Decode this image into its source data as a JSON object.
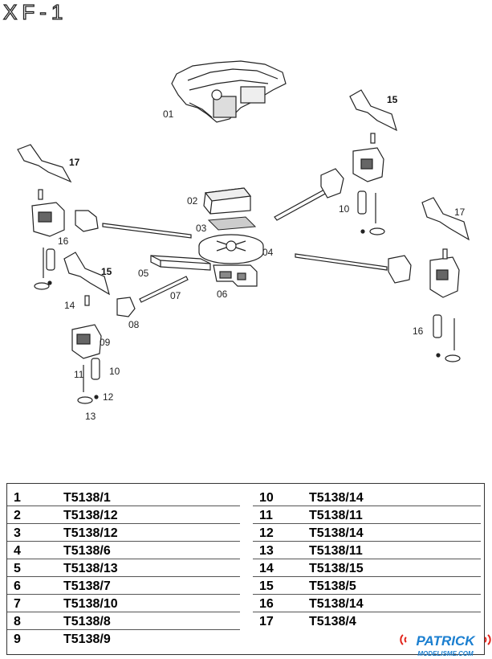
{
  "title": "XF-1",
  "callouts": [
    "01",
    "02",
    "03",
    "04",
    "05",
    "06",
    "07",
    "08",
    "09",
    "10",
    "11",
    "12",
    "13",
    "14",
    "15",
    "16",
    "17"
  ],
  "parts_left": [
    {
      "num": "1",
      "code": "T5138/1"
    },
    {
      "num": "2",
      "code": "T5138/12"
    },
    {
      "num": "3",
      "code": "T5138/12"
    },
    {
      "num": "4",
      "code": "T5138/6"
    },
    {
      "num": "5",
      "code": "T5138/13"
    },
    {
      "num": "6",
      "code": "T5138/7"
    },
    {
      "num": "7",
      "code": "T5138/10"
    },
    {
      "num": "8",
      "code": "T5138/8"
    },
    {
      "num": "9",
      "code": "T5138/9"
    }
  ],
  "parts_right": [
    {
      "num": "10",
      "code": "T5138/14"
    },
    {
      "num": "11",
      "code": "T5138/11"
    },
    {
      "num": "12",
      "code": "T5138/14"
    },
    {
      "num": "13",
      "code": "T5138/11"
    },
    {
      "num": "14",
      "code": "T5138/15"
    },
    {
      "num": "15",
      "code": "T5138/5"
    },
    {
      "num": "16",
      "code": "T5138/14"
    },
    {
      "num": "17",
      "code": "T5138/4"
    }
  ],
  "watermark": {
    "line1": "PATRICK",
    "line2": "MODELISME.COM"
  },
  "colors": {
    "logo_blue": "#1b7fd0",
    "logo_red": "#e2231a"
  }
}
